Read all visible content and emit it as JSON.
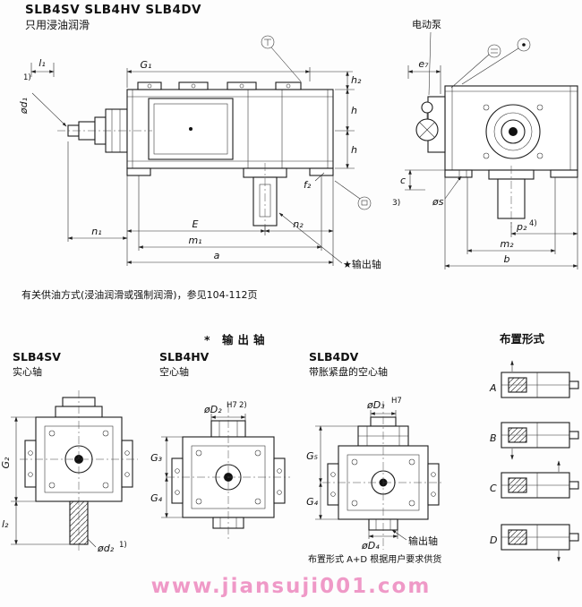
{
  "header": {
    "title": "SLB4SV SLB4HV SLB4DV",
    "subtitle": "只用浸油润滑"
  },
  "drawing": {
    "pump_label": "电动泵",
    "l1": "l₁",
    "G1": "G₁",
    "h2": "h₂",
    "h_upper": "h",
    "h_lower": "h",
    "d1": "ød₁",
    "d1_note": "1)",
    "f2": "f₂",
    "n1": "n₁",
    "E": "E",
    "n2": "n₂",
    "m1": "m₁",
    "a": "a",
    "output_shaft": "★输出轴",
    "e7": "e₇",
    "c": "c",
    "note3": "3)",
    "s": "øs",
    "p2": "p₂",
    "p2_note": "4)",
    "m2": "m₂",
    "b": "b"
  },
  "oil_note": "有关供油方式(浸油润滑或强制润滑)，参见104-112页",
  "section": {
    "star": "*",
    "heading": "输出轴"
  },
  "variants": {
    "sv": {
      "name": "SLB4SV",
      "desc": "实心轴",
      "G2": "G₂",
      "l2": "l₂",
      "d2": "ød₂",
      "d2_note": "1)"
    },
    "hv": {
      "name": "SLB4HV",
      "desc": "空心轴",
      "D2": "øD₂",
      "D2_tol": "H7",
      "D2_note": "2)",
      "G3": "G₃",
      "G4": "G₄"
    },
    "dv": {
      "name": "SLB4DV",
      "desc": "带胀紧盘的空心轴",
      "D3": "øD₃",
      "D3_tol": "H7",
      "G5": "G₅",
      "G4": "G₄",
      "D4": "øD₄",
      "output_label": "输出轴"
    }
  },
  "variants_note": "布置形式 A+D 根据用户要求供货",
  "arrangements": {
    "heading": "布置形式",
    "labels": [
      "A",
      "B",
      "C",
      "D"
    ]
  },
  "watermark": "www.jiansuji001.com"
}
